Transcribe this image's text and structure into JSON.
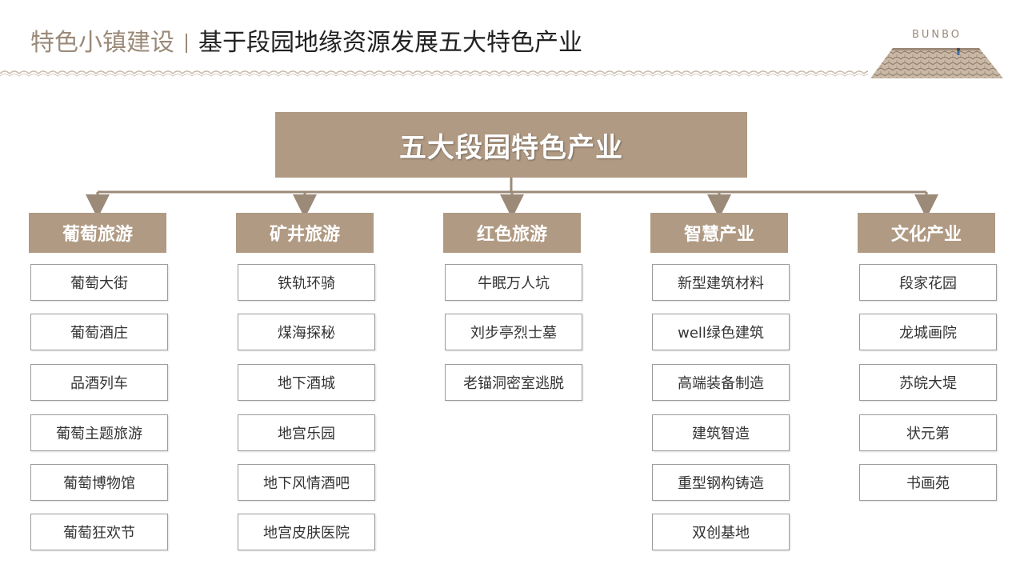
{
  "header": {
    "title_main": "特色小镇建设",
    "title_sub": "基于段园地缘资源发展五大特色产业"
  },
  "brand": {
    "logo_text": "BUNBO",
    "accent_color": "#b09a83",
    "title_color": "#9b8a78"
  },
  "diagram": {
    "root_label": "五大段园特色产业",
    "categories": [
      {
        "label": "葡萄旅游",
        "items": [
          "葡萄大街",
          "葡萄酒庄",
          "品酒列车",
          "葡萄主题旅游",
          "葡萄博物馆",
          "葡萄狂欢节"
        ]
      },
      {
        "label": "矿井旅游",
        "items": [
          "铁轨环骑",
          "煤海探秘",
          "地下酒城",
          "地宫乐园",
          "地下风情酒吧",
          "地宫皮肤医院"
        ]
      },
      {
        "label": "红色旅游",
        "items": [
          "牛眠万人坑",
          "刘步亭烈士墓",
          "老锚洞密室逃脱"
        ]
      },
      {
        "label": "智慧产业",
        "items": [
          "新型建筑材料",
          "well绿色建筑",
          "高端装备制造",
          "建筑智造",
          "重型钢构铸造",
          "双创基地"
        ]
      },
      {
        "label": "文化产业",
        "items": [
          "段家花园",
          "龙城画院",
          "苏皖大堤",
          "状元第",
          "书画苑"
        ]
      }
    ]
  }
}
